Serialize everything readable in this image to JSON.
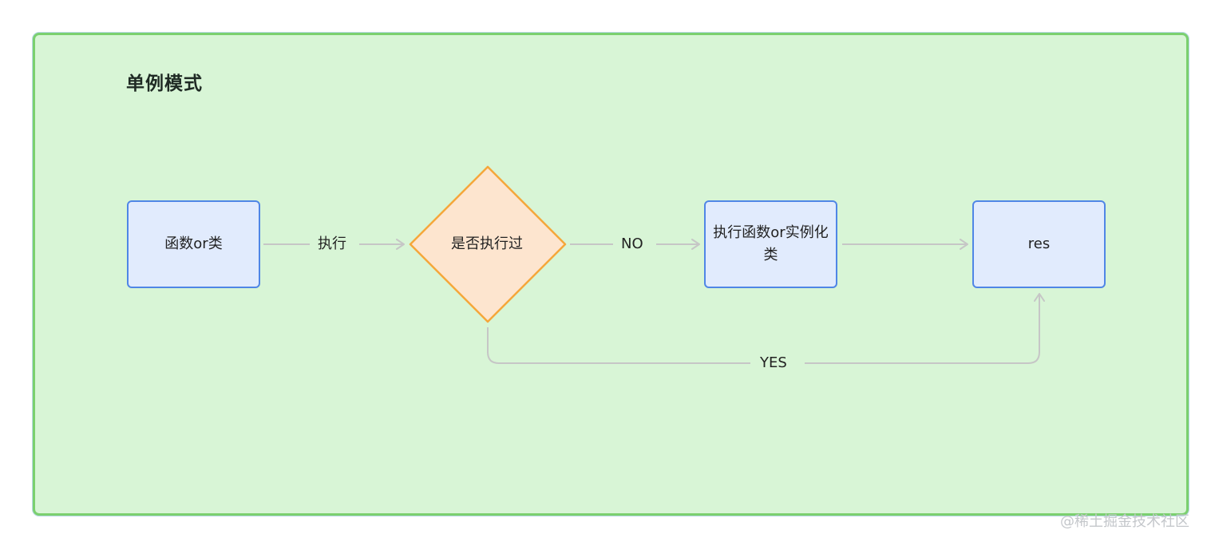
{
  "diagram": {
    "title": "单例模式",
    "nodes": {
      "start": "函数or类",
      "decision": "是否执行过",
      "execute": "执行函数or实例化类",
      "result": "res"
    },
    "edges": {
      "start_to_decision": "执行",
      "decision_to_execute": "NO",
      "decision_to_result": "YES"
    }
  },
  "watermark": "@稀土掘金技术社区",
  "colors": {
    "panel_fill": "#d8f5d6",
    "panel_border": "#7bd06f",
    "node_fill": "#e1ebfd",
    "node_border": "#4f86e6",
    "decision_fill": "#fde5cf",
    "decision_border": "#f5a73b",
    "edge": "#c6c6c6"
  }
}
